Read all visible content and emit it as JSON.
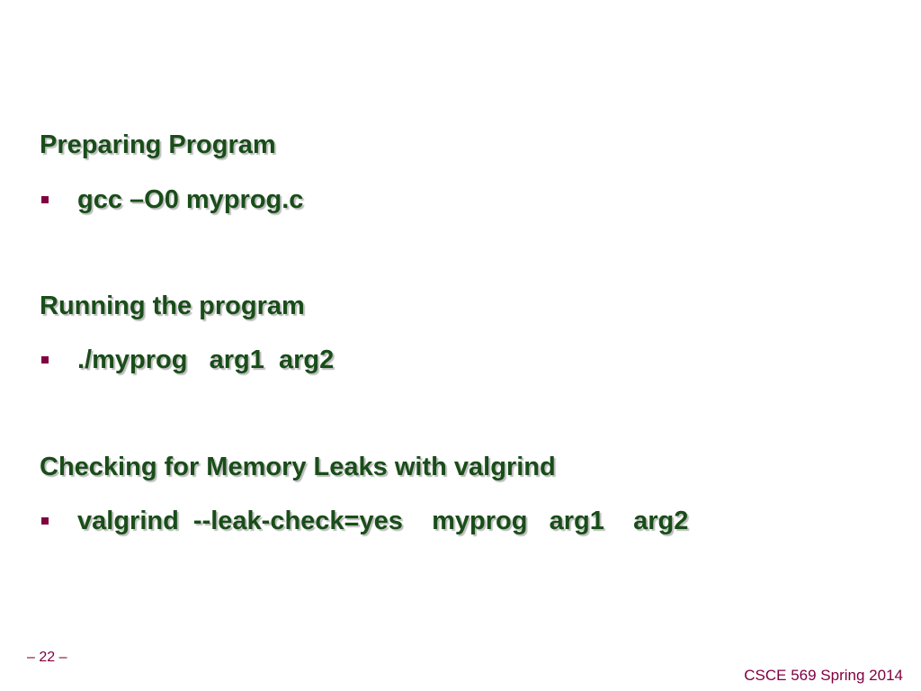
{
  "sections": [
    {
      "heading": "Preparing Program",
      "command": "gcc –O0 myprog.c"
    },
    {
      "heading": "Running the program",
      "command": "./myprog   arg1  arg2"
    },
    {
      "heading": "Checking for Memory Leaks with valgrind",
      "command": "valgrind  --leak-check=yes    myprog   arg1    arg2"
    }
  ],
  "footer": {
    "page_number": "– 22 –",
    "course": "CSCE 569 Spring 2014"
  },
  "colors": {
    "text": "#194d19",
    "accent": "#800040",
    "background": "#ffffff"
  }
}
